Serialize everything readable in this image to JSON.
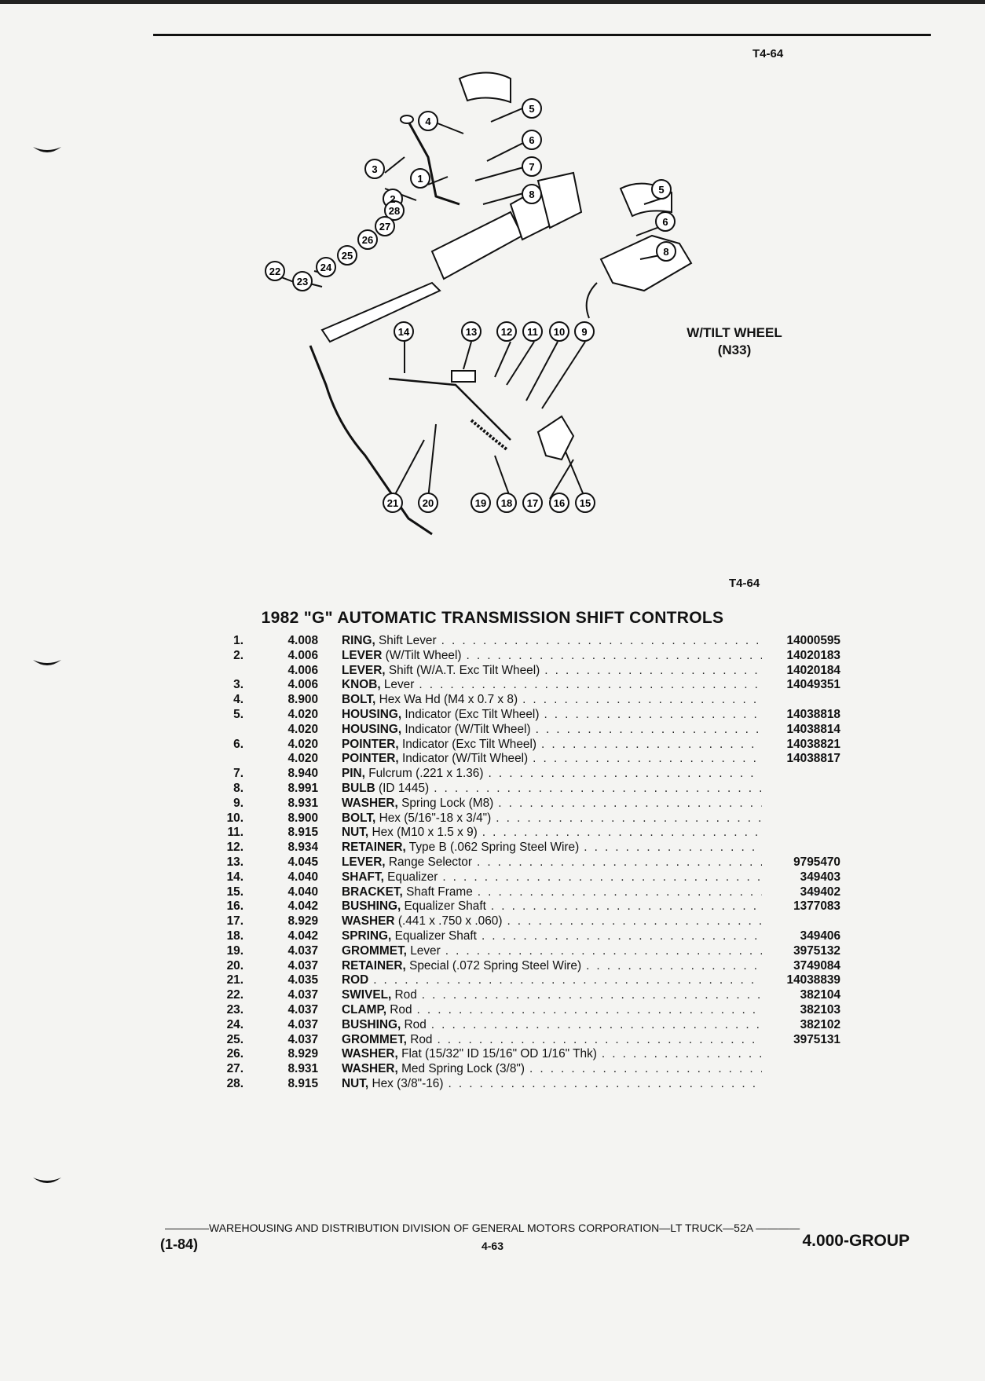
{
  "figure_ref": "T4-64",
  "figure_ref_bottom": "T4-64",
  "tilt_label": "W/TILT WHEEL",
  "tilt_code": "(N33)",
  "title": "1982 \"G\" AUTOMATIC TRANSMISSION SHIFT CONTROLS",
  "callouts": [
    "1",
    "2",
    "3",
    "4",
    "5",
    "6",
    "7",
    "8",
    "9",
    "10",
    "11",
    "12",
    "13",
    "14",
    "15",
    "16",
    "17",
    "18",
    "19",
    "20",
    "21",
    "22",
    "23",
    "24",
    "25",
    "26",
    "27",
    "28"
  ],
  "tilt_callouts": [
    "5",
    "6",
    "8"
  ],
  "parts": [
    {
      "num": "1.",
      "grp": "4.008",
      "name": "RING,",
      "desc": " Shift Lever",
      "pn": "14000595"
    },
    {
      "num": "2.",
      "grp": "4.006",
      "name": "LEVER",
      "desc": " (W/Tilt Wheel)",
      "pn": "14020183"
    },
    {
      "num": "",
      "grp": "4.006",
      "name": "LEVER,",
      "desc": " Shift (W/A.T. Exc Tilt Wheel)",
      "pn": "14020184"
    },
    {
      "num": "3.",
      "grp": "4.006",
      "name": "KNOB,",
      "desc": " Lever",
      "pn": "14049351"
    },
    {
      "num": "4.",
      "grp": "8.900",
      "name": "BOLT,",
      "desc": " Hex Wa Hd (M4 x 0.7 x 8)",
      "pn": ""
    },
    {
      "num": "5.",
      "grp": "4.020",
      "name": "HOUSING,",
      "desc": " Indicator (Exc Tilt Wheel)",
      "pn": "14038818"
    },
    {
      "num": "",
      "grp": "4.020",
      "name": "HOUSING,",
      "desc": " Indicator (W/Tilt Wheel)",
      "pn": "14038814"
    },
    {
      "num": "6.",
      "grp": "4.020",
      "name": "POINTER,",
      "desc": " Indicator (Exc Tilt Wheel)",
      "pn": "14038821"
    },
    {
      "num": "",
      "grp": "4.020",
      "name": "POINTER,",
      "desc": " Indicator (W/Tilt Wheel)",
      "pn": "14038817"
    },
    {
      "num": "7.",
      "grp": "8.940",
      "name": "PIN,",
      "desc": " Fulcrum (.221 x 1.36)",
      "pn": ""
    },
    {
      "num": "8.",
      "grp": "8.991",
      "name": "BULB",
      "desc": " (ID 1445)",
      "pn": ""
    },
    {
      "num": "9.",
      "grp": "8.931",
      "name": "WASHER,",
      "desc": " Spring Lock (M8)",
      "pn": ""
    },
    {
      "num": "10.",
      "grp": "8.900",
      "name": "BOLT,",
      "desc": " Hex (5/16\"-18 x 3/4\")",
      "pn": ""
    },
    {
      "num": "11.",
      "grp": "8.915",
      "name": "NUT,",
      "desc": " Hex (M10 x 1.5 x 9)",
      "pn": ""
    },
    {
      "num": "12.",
      "grp": "8.934",
      "name": "RETAINER,",
      "desc": " Type B (.062 Spring Steel Wire)",
      "pn": ""
    },
    {
      "num": "13.",
      "grp": "4.045",
      "name": "LEVER,",
      "desc": " Range Selector",
      "pn": "9795470"
    },
    {
      "num": "14.",
      "grp": "4.040",
      "name": "SHAFT,",
      "desc": " Equalizer",
      "pn": "349403"
    },
    {
      "num": "15.",
      "grp": "4.040",
      "name": "BRACKET,",
      "desc": " Shaft Frame",
      "pn": "349402"
    },
    {
      "num": "16.",
      "grp": "4.042",
      "name": "BUSHING,",
      "desc": " Equalizer Shaft",
      "pn": "1377083"
    },
    {
      "num": "17.",
      "grp": "8.929",
      "name": "WASHER",
      "desc": " (.441 x .750 x .060)",
      "pn": ""
    },
    {
      "num": "18.",
      "grp": "4.042",
      "name": "SPRING,",
      "desc": " Equalizer Shaft",
      "pn": "349406"
    },
    {
      "num": "19.",
      "grp": "4.037",
      "name": "GROMMET,",
      "desc": " Lever",
      "pn": "3975132"
    },
    {
      "num": "20.",
      "grp": "4.037",
      "name": "RETAINER,",
      "desc": " Special (.072 Spring Steel Wire)",
      "pn": "3749084"
    },
    {
      "num": "21.",
      "grp": "4.035",
      "name": "ROD",
      "desc": "",
      "pn": "14038839"
    },
    {
      "num": "22.",
      "grp": "4.037",
      "name": "SWIVEL,",
      "desc": " Rod",
      "pn": "382104"
    },
    {
      "num": "23.",
      "grp": "4.037",
      "name": "CLAMP,",
      "desc": " Rod",
      "pn": "382103"
    },
    {
      "num": "24.",
      "grp": "4.037",
      "name": "BUSHING,",
      "desc": " Rod",
      "pn": "382102"
    },
    {
      "num": "25.",
      "grp": "4.037",
      "name": "GROMMET,",
      "desc": " Rod",
      "pn": "3975131"
    },
    {
      "num": "26.",
      "grp": "8.929",
      "name": "WASHER,",
      "desc": " Flat (15/32\" ID 15/16\" OD 1/16\" Thk)",
      "pn": ""
    },
    {
      "num": "27.",
      "grp": "8.931",
      "name": "WASHER,",
      "desc": " Med Spring Lock (3/8\")",
      "pn": ""
    },
    {
      "num": "28.",
      "grp": "8.915",
      "name": "NUT,",
      "desc": " Hex (3/8\"-16)",
      "pn": ""
    }
  ],
  "footer": {
    "line": "————WAREHOUSING AND DISTRIBUTION DIVISION OF GENERAL MOTORS CORPORATION—LT TRUCK—52A ————",
    "date": "(1-84)",
    "page": "4-63",
    "group": "4.000-GROUP"
  }
}
